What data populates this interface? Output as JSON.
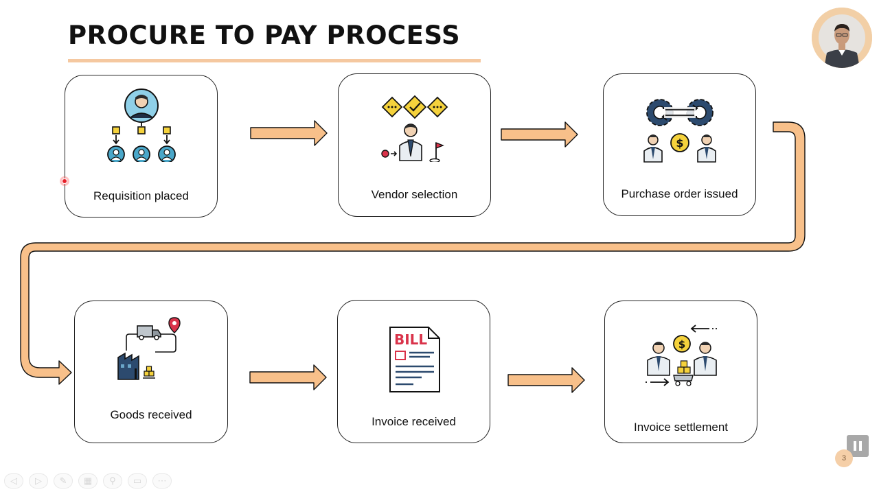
{
  "slide": {
    "title": "PROCURE TO PAY PROCESS",
    "slide_number": "3"
  },
  "colors": {
    "accent_orange": "#f8c08a",
    "outline": "#222222",
    "teal": "#4aa7c9",
    "dark_blue": "#2c4a6e",
    "yellow": "#f5d23c"
  },
  "steps": [
    {
      "label": "Requisition placed",
      "icon": "org-hierarchy-icon"
    },
    {
      "label": "Vendor selection",
      "icon": "vendor-selection-icon"
    },
    {
      "label": "Purchase order issued",
      "icon": "purchase-order-icon"
    },
    {
      "label": "Goods received",
      "icon": "delivery-truck-icon"
    },
    {
      "label": "Invoice received",
      "icon": "bill-document-icon"
    },
    {
      "label": "Invoice settlement",
      "icon": "payment-exchange-icon"
    }
  ],
  "bill_text": "BILL",
  "dollar_sign": "$",
  "toolbar": {
    "icons": [
      "previous-icon",
      "next-icon",
      "pen-icon",
      "slides-grid-icon",
      "zoom-icon",
      "subtitles-icon",
      "more-icon"
    ],
    "glyphs": [
      "◁",
      "▷",
      "✎",
      "▦",
      "⚲",
      "▭",
      "⋯"
    ]
  }
}
